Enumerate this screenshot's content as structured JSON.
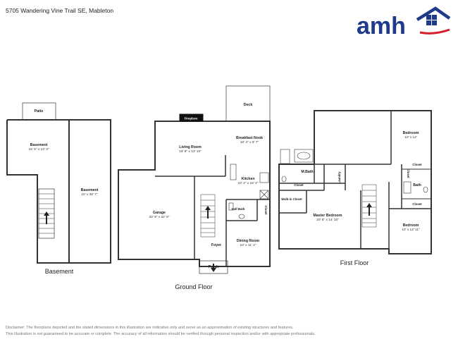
{
  "header": {
    "address": "5705 Wandering Vine Trail SE, Mableton",
    "logo_text": "amh",
    "colors": {
      "logo_blue": "#1e3a8a",
      "logo_red": "#d31f2d"
    }
  },
  "floors": {
    "basement": {
      "label": "Basement",
      "rooms": [
        {
          "name": "Patio",
          "dims": ""
        },
        {
          "name": "Basement",
          "dims": "15' 5\" x 13' 3\""
        },
        {
          "name": "Basement",
          "dims": "10' x 36' 7\""
        }
      ]
    },
    "ground": {
      "label": "Ground Floor",
      "rooms": [
        {
          "name": "Deck",
          "dims": ""
        },
        {
          "name": "Fireplace",
          "dims": ""
        },
        {
          "name": "Breakfast Nook",
          "dims": "10' 4\" x 8' 7\""
        },
        {
          "name": "Living Room",
          "dims": "18' 8\" x 13' 10\""
        },
        {
          "name": "Kitchen",
          "dims": "10' 4\" x 16' 2\""
        },
        {
          "name": "Garage",
          "dims": "20' 8\" x 22' 6\""
        },
        {
          "name": "Half Bath",
          "dims": ""
        },
        {
          "name": "Closet",
          "dims": ""
        },
        {
          "name": "Foyer",
          "dims": ""
        },
        {
          "name": "Dining Room",
          "dims": "10' x 11' 1\""
        },
        {
          "name": "Porch",
          "dims": ""
        }
      ]
    },
    "first": {
      "label": "First Floor",
      "rooms": [
        {
          "name": "Bedroom",
          "dims": "10' x 12'"
        },
        {
          "name": "M.Bath",
          "dims": ""
        },
        {
          "name": "Closet",
          "dims": ""
        },
        {
          "name": "Laundry",
          "dims": ""
        },
        {
          "name": "Closet",
          "dims": ""
        },
        {
          "name": "Closet",
          "dims": ""
        },
        {
          "name": "Bath",
          "dims": ""
        },
        {
          "name": "Walk-in Closet",
          "dims": ""
        },
        {
          "name": "Master Bedroom",
          "dims": "20' 8\" x 14' 10\""
        },
        {
          "name": "Closet",
          "dims": ""
        },
        {
          "name": "Bedroom",
          "dims": "10' x 13' 11\""
        }
      ]
    }
  },
  "disclaimer": {
    "line1": "Disclaimer: The floorplans depicted and the stated dimensions in this illustration are indicative only and serve as an approximation of existing structures and features.",
    "line2": "This illustration is not guaranteed to be accurate or complete. The accuracy of all information should be verified through personal inspection and/or with appropriate professionals."
  }
}
